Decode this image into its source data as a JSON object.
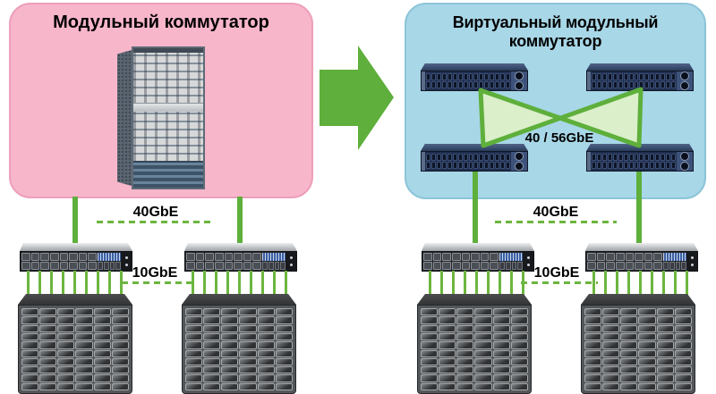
{
  "left_panel": {
    "title": "Модульный коммутатор",
    "device_icon": "modular-chassis-switch-icon"
  },
  "right_panel": {
    "title": "Виртуальный модульный коммутатор",
    "interconnect_label": "40 / 56GbE",
    "device_icon": "fixed-switch-icon",
    "device_count": 4
  },
  "links": {
    "left": {
      "uplink_label": "40GbE",
      "downlink_label": "10GbE"
    },
    "right": {
      "uplink_label": "40GbE",
      "downlink_label": "10GbE"
    }
  },
  "colors": {
    "pink_box": "#f8b6cb",
    "pink_edge": "#ed9fbb",
    "blue_box": "#a8d7e7",
    "blue_edge": "#8cc5d8",
    "green": "#5eaf3b",
    "green_dash": "#6cb63f",
    "mesh_fill": "#ddf0c8",
    "text": "#000000"
  }
}
